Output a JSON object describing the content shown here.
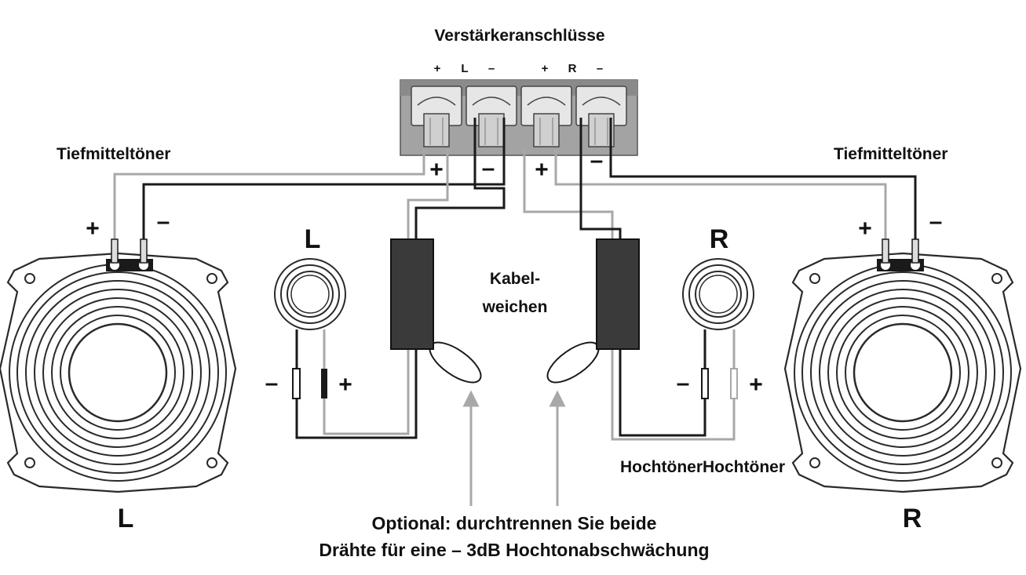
{
  "diagram": {
    "title": "Verstärkeranschlüsse",
    "terminal_labels": {
      "l_plus": "+",
      "l_letter": "L",
      "l_minus": "–",
      "r_plus": "+",
      "r_letter": "R",
      "r_minus": "–"
    },
    "block_polarity": {
      "l_plus": "+",
      "l_minus": "–",
      "r_plus": "+",
      "r_minus": "–"
    },
    "woofer_label_left": "Tiefmitteltöner",
    "woofer_label_right": "Tiefmitteltöner",
    "woofer_left_plus": "+",
    "woofer_left_minus": "–",
    "woofer_right_plus": "+",
    "woofer_right_minus": "–",
    "tweeter_left_letter": "L",
    "tweeter_right_letter": "R",
    "tweeter_left_minus": "–",
    "tweeter_left_plus": "+",
    "tweeter_right_minus": "–",
    "tweeter_right_plus": "+",
    "crossover_line1": "Kabel-",
    "crossover_line2": "weichen",
    "tweeter_caption": "HochtönerHochtöner",
    "speaker_left_letter": "L",
    "speaker_right_letter": "R",
    "note_line1": "Optional: durchtrennen Sie beide",
    "note_line2": "Drähte für eine – 3dB Hochtonabschwächung"
  },
  "colors": {
    "black_wire": "#1a1a1a",
    "gray_wire": "#a8a8a8",
    "terminal_block": "#9a9a9a",
    "crossover_box": "#3a3a3a",
    "arrow": "#a8a8a8"
  }
}
